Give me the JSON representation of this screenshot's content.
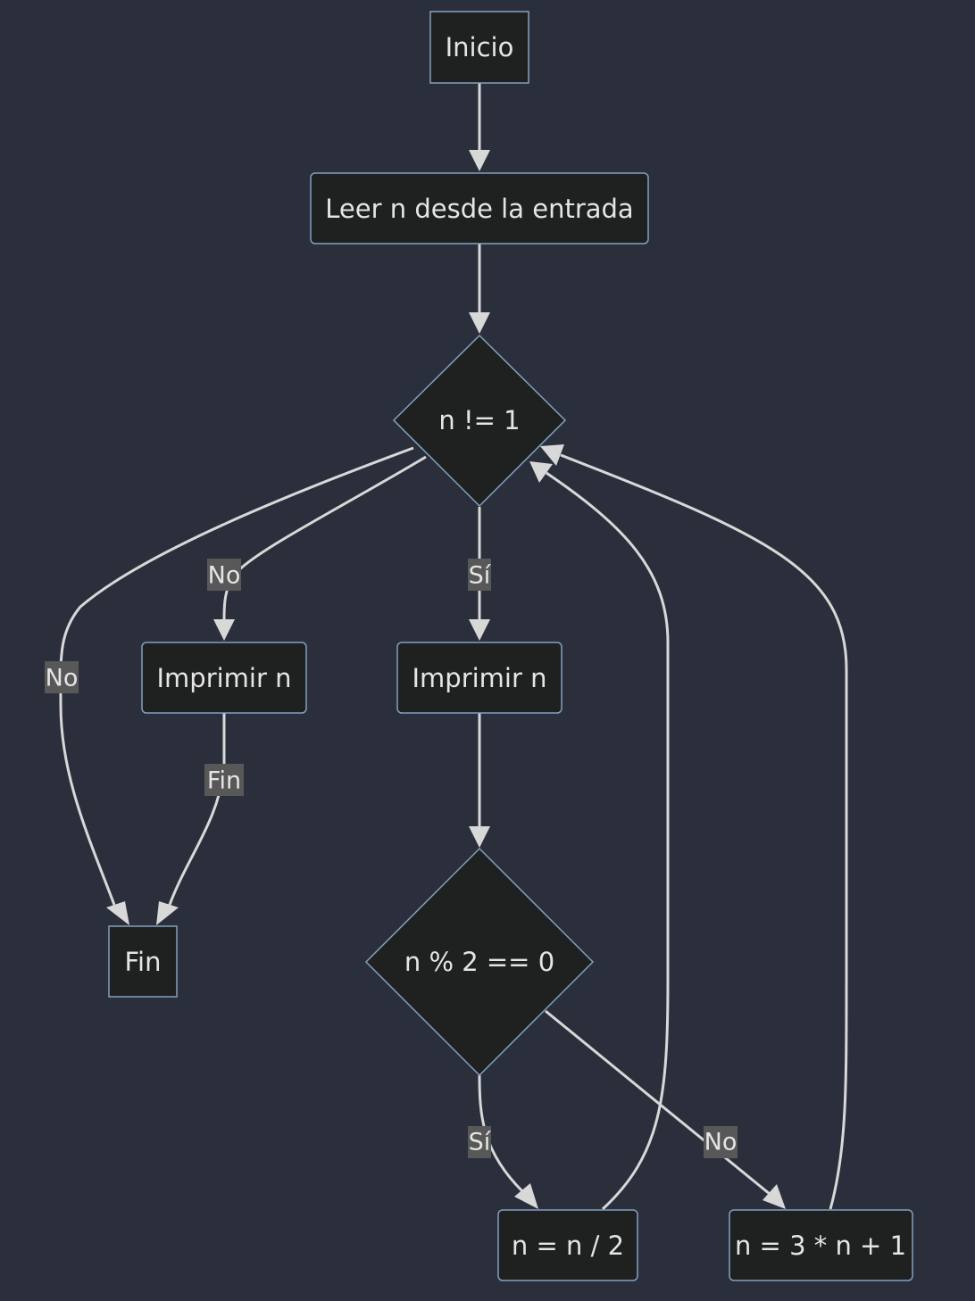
{
  "theme": {
    "background": "#2b2f3b",
    "node_fill": "#1f2020",
    "node_stroke": "#81a1c1",
    "edge_color": "#d8d8d8",
    "label_background": "#585858",
    "text_color": "#e5e5e5"
  },
  "nodes": {
    "inicio": "Inicio",
    "leer": "Leer n desde la entrada",
    "cond_n": "n != 1",
    "imprimir_left": "Imprimir n",
    "imprimir_right": "Imprimir n",
    "fin": "Fin",
    "cond_par": "n % 2 == 0",
    "div2": "n = n / 2",
    "triple": "n = 3 * n + 1"
  },
  "edge_labels": {
    "cond_to_fin": "No",
    "cond_to_imprimir_left": "No",
    "cond_to_imprimir_right": "Sí",
    "imprimir_left_to_fin": "Fin",
    "par_to_div2": "Sí",
    "par_to_triple": "No"
  }
}
